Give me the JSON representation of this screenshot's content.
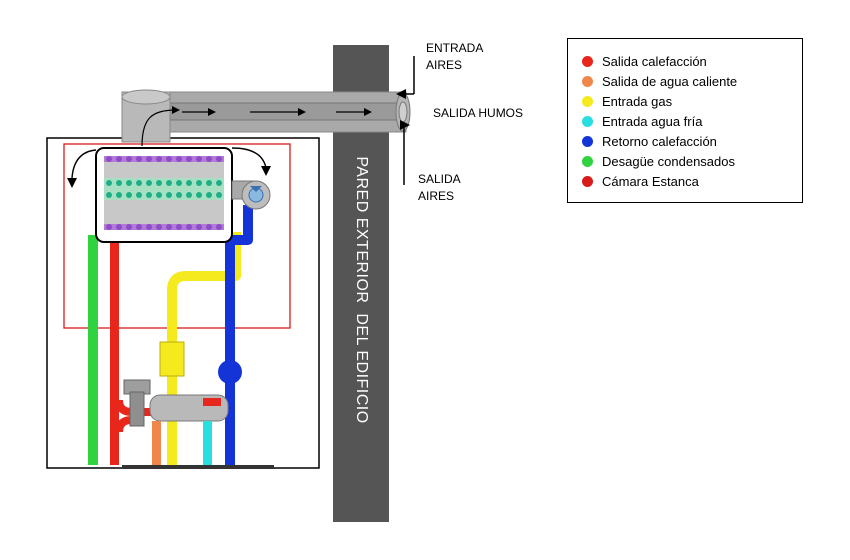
{
  "labels": {
    "air_inlet": [
      "ENTRADA",
      "AIRES"
    ],
    "flue_outlet": "SALIDA HUMOS",
    "air_outlet": [
      "SALIDA",
      "AIRES"
    ],
    "wall": "PARED EXTERIOR  DEL EDIFICIO"
  },
  "legend": {
    "items": [
      {
        "label": "Salida calefacción",
        "color": "#e8261c"
      },
      {
        "label": "Salida de agua caliente",
        "color": "#f0874a"
      },
      {
        "label": "Entrada gas",
        "color": "#f5ea1d"
      },
      {
        "label": "Entrada agua fría",
        "color": "#27dfe0"
      },
      {
        "label": "Retorno calefacción",
        "color": "#1434d8"
      },
      {
        "label": "Desagüe condensados",
        "color": "#2fd23f"
      },
      {
        "label": "Cámara Estanca",
        "color": "#d81b1b"
      }
    ]
  },
  "colors": {
    "wall": "#555555",
    "flue_pipe": "#a9a9a9",
    "heating_out": "#e8261c",
    "hot_water": "#f0874a",
    "gas": "#f5ea1d",
    "cold_water": "#27dfe0",
    "heating_return": "#1434d8",
    "condensate": "#2fd23f",
    "sealed_chamber": "#d81b1b"
  }
}
